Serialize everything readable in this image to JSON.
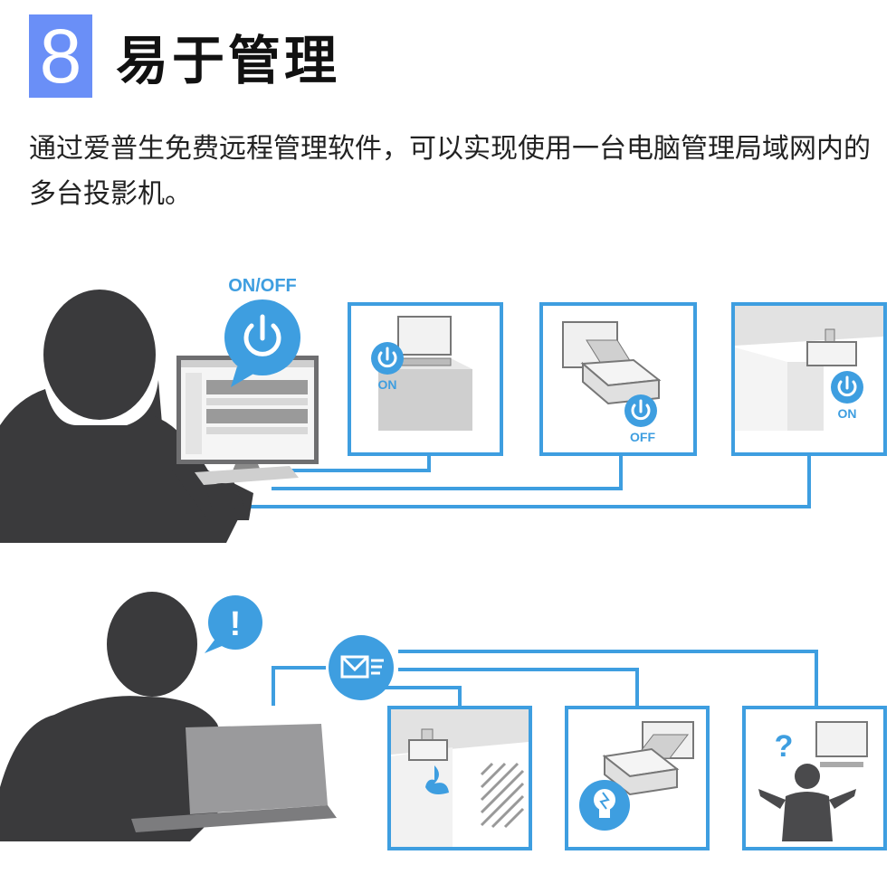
{
  "header": {
    "number": "8",
    "title": "易于管理"
  },
  "description": "通过爱普生免费远程管理软件，可以实现使用一台电脑管理局域网内的多台投影机。",
  "top_scene": {
    "power_bubble_label": "ON/OFF",
    "panels": [
      {
        "status": "ON"
      },
      {
        "status": "OFF"
      },
      {
        "status": "ON"
      }
    ]
  },
  "bottom_scene": {
    "alert_glyph": "!",
    "question_glyph": "?"
  },
  "colors": {
    "accent": "#3e9ee0",
    "badge": "#6a8ff7",
    "silhouette": "#3a3a3c"
  }
}
